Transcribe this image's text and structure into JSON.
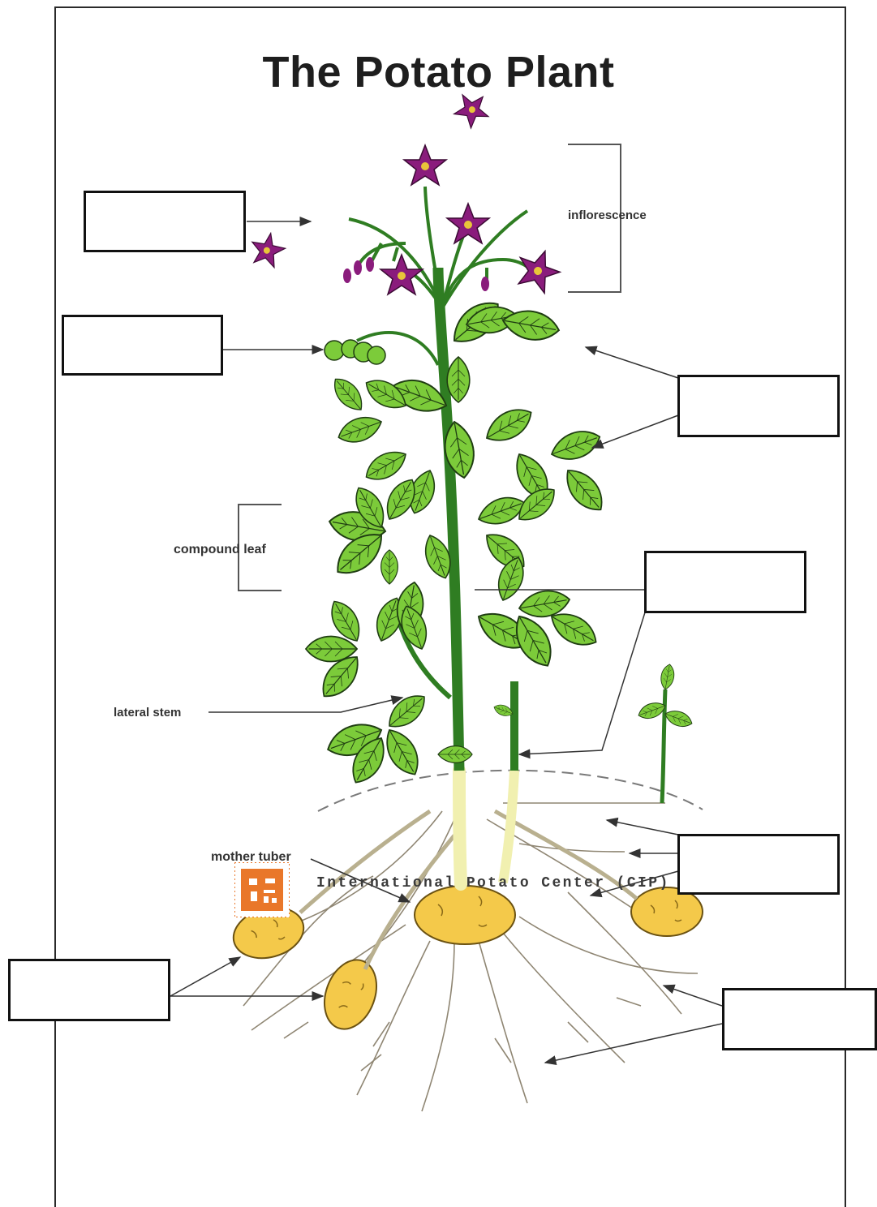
{
  "title": "The Potato Plant",
  "labels": {
    "inflorescence": "inflorescence",
    "compound_leaf": "compound leaf",
    "lateral_stem": "lateral stem",
    "mother_tuber": "mother tuber"
  },
  "footer": {
    "org": "International Potato Center (CIP)"
  },
  "answer_boxes": [
    {
      "id": "flower",
      "value": ""
    },
    {
      "id": "berry",
      "value": ""
    },
    {
      "id": "leaflet",
      "value": ""
    },
    {
      "id": "stem",
      "value": ""
    },
    {
      "id": "stolon",
      "value": ""
    },
    {
      "id": "tuber",
      "value": ""
    },
    {
      "id": "roots",
      "value": ""
    }
  ],
  "colors": {
    "flower": "#8a1c7c",
    "leaf": "#7ccb3a",
    "leaf_outline": "#1f3d12",
    "stem": "#2f7d22",
    "tuber": "#f4c94a",
    "root": "#9a8f7a",
    "logo": "#e9772a"
  }
}
